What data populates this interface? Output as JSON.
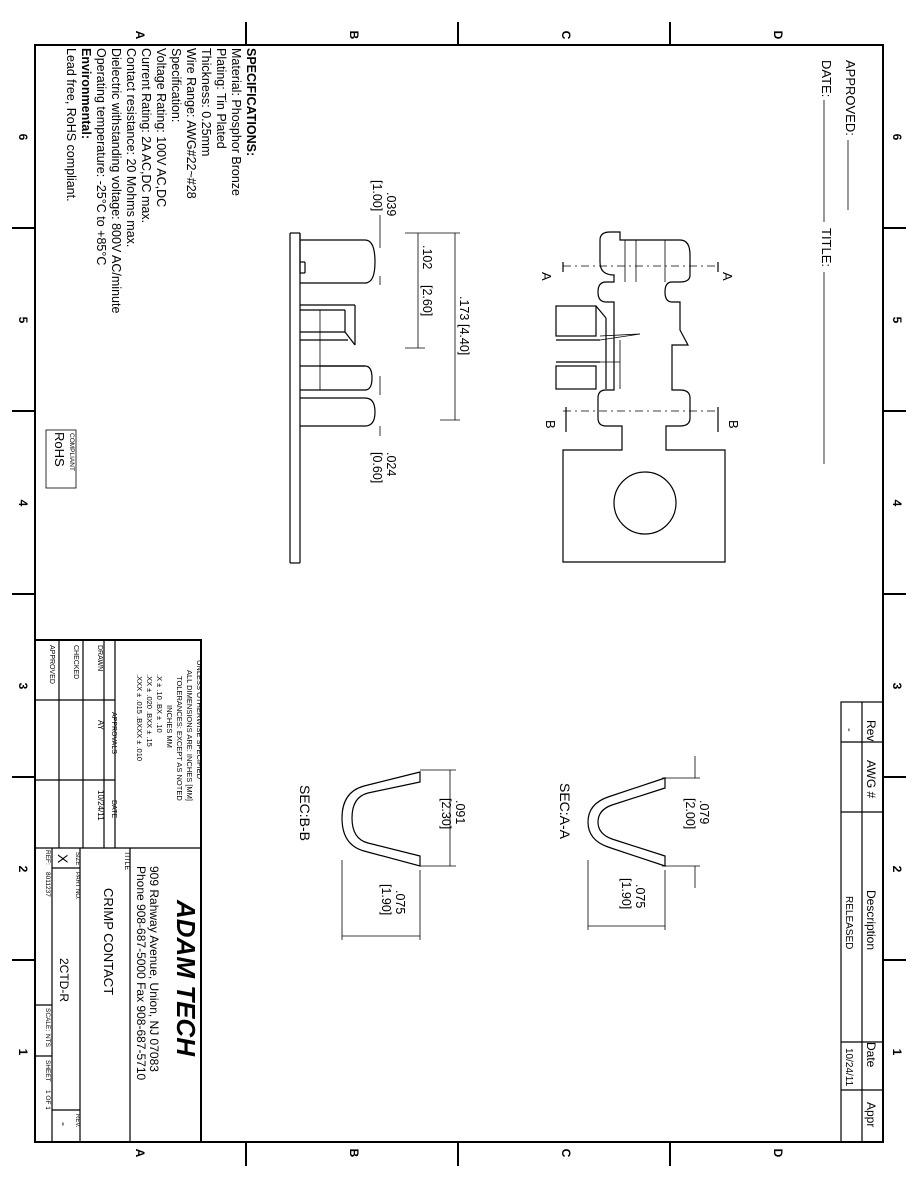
{
  "zone_labels": {
    "rows": [
      "A",
      "B",
      "C",
      "D"
    ],
    "cols": [
      "6",
      "5",
      "4",
      "3",
      "2",
      "1"
    ]
  },
  "approval_block": {
    "approved_label": "APPROVED:",
    "date_label": "DATE:",
    "title_label": "TITLE:"
  },
  "specifications": {
    "heading": "SPECIFICATIONS:",
    "lines": [
      "Material: Phosphor Bronze",
      "Plating: Tin Plated",
      "Thickness: 0.25mm",
      "Wire Range: AWG#22~#28",
      "Specification:",
      "Voltage Rating: 100V AC,DC",
      "Current Rating: 2A AC,DC max.",
      "Contact resistance: 20 Mohms max.",
      "Dielectric withstanding voltage: 800V AC/minute",
      "Operating temperature: -25°C  to +85°C"
    ],
    "env_heading": "Environmental:",
    "env_lines": [
      "Lead free, RoHS compliant."
    ]
  },
  "rohs": {
    "main": "RoHS",
    "sub": "COMPLIANT"
  },
  "dimensions": {
    "d1": ".039",
    "d1m": "[1.00]",
    "d2": ".102",
    "d2m": "[2.60]",
    "d3": ".173",
    "d3m": "[4.40]",
    "d4": ".024",
    "d4m": "[0.60]",
    "sa_h": ".079",
    "sa_hm": "[2.00]",
    "sa_w": ".075",
    "sa_wm": "[1.90]",
    "sb_h": ".091",
    "sb_hm": "[2.30]",
    "sb_w": ".075",
    "sb_wm": "[1.90]"
  },
  "section_marks": {
    "a": "A",
    "b": "B"
  },
  "sections": {
    "a": "SEC:A-A",
    "b": "SEC:B-B"
  },
  "revision_table": {
    "headers": [
      "Rev",
      "AWG #",
      "Description",
      "Date",
      "Appr"
    ],
    "row": [
      "-",
      "",
      "RELEASED",
      "10/24/11",
      ""
    ]
  },
  "title_block": {
    "company": "ADAM TECH",
    "address": "909 Rahway Avenue, Union, NJ 07083",
    "phone": "Phone 908-687-5000 Fax 908-687-5710",
    "title_label": "TITLE",
    "title": "CRIMP CONTACT",
    "size_label": "SIZE",
    "size": "X",
    "part_label": "PART NO.",
    "part": "2CTD-R",
    "rev_label": "REV.",
    "rev": "-",
    "ref_label": "REF:",
    "ref": "8011237",
    "scale_label": "SCALE:",
    "scale": "NTS",
    "sheet_label": "SHEET",
    "sheet": "1  OF  1"
  },
  "tolerances": {
    "lines": [
      "UNLESS OTHERWISE SPECIFIED",
      "ALL DIMENSIONS ARE: INCHES [MM]",
      "TOLERANCES: EXCEPT AS NOTED",
      "INCHES        MM",
      ".X    ± .10        .BX    ± .10",
      ".XX   ± .020       .BXX   ± .15",
      ".XXX  ± .015       .BXXX  ± .010"
    ]
  },
  "approvals": {
    "header": "APPROVALS",
    "date_header": "DATE",
    "rows": [
      {
        "label": "DRAWN",
        "who": "AY",
        "date": "10/24/11"
      },
      {
        "label": "CHECKED",
        "who": "",
        "date": ""
      },
      {
        "label": "APPROVED",
        "who": "",
        "date": ""
      }
    ]
  }
}
